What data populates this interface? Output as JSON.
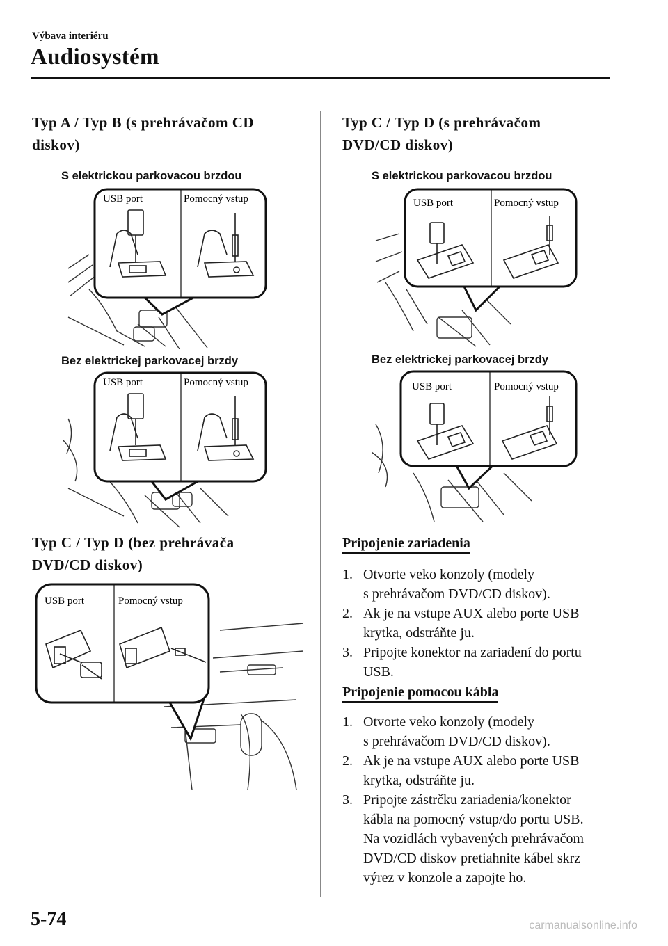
{
  "header": {
    "section": "Výbava interiéru",
    "chapter": "Audiosystém"
  },
  "left": {
    "heading1_line1": "Typ A / Typ B (s prehrávačom CD",
    "heading1_line2": "diskov)",
    "fig1_caption": "S elektrickou parkovacou brzdou",
    "fig2_caption": "Bez elektrickej parkovacej brzdy",
    "heading2_line1": "Typ C / Typ D (bez prehrávača",
    "heading2_line2": "DVD/CD diskov)"
  },
  "right": {
    "heading1_line1": "Typ C / Typ D (s prehrávačom",
    "heading1_line2": "DVD/CD diskov)",
    "fig1_caption": "S elektrickou parkovacou brzdou",
    "fig2_caption": "Bez elektrickej parkovacej brzdy",
    "section1": {
      "title": "Pripojenie zariadenia",
      "steps": [
        {
          "num": "1.",
          "line1": "Otvorte veko konzoly (modely",
          "line2": "s prehrávačom DVD/CD diskov)."
        },
        {
          "num": "2.",
          "line1": "Ak je na vstupe AUX alebo porte USB",
          "line2": "krytka, odstráňte ju."
        },
        {
          "num": "3.",
          "line1": "Pripojte konektor na zariadení do portu",
          "line2": "USB."
        }
      ]
    },
    "section2": {
      "title": "Pripojenie pomocou kábla",
      "steps": [
        {
          "num": "1.",
          "line1": "Otvorte veko konzoly (modely",
          "line2": "s prehrávačom DVD/CD diskov)."
        },
        {
          "num": "2.",
          "line1": "Ak je na vstupe AUX alebo porte USB",
          "line2": "krytka, odstráňte ju."
        }
      ],
      "step3": {
        "num": "3.",
        "lines": [
          "Pripojte zástrčku zariadenia/konektor",
          "kábla na pomocný vstup/do portu USB.",
          "Na vozidlách vybavených prehrávačom",
          "DVD/CD diskov pretiahnite kábel skrz",
          "výrez v konzole a zapojte ho."
        ]
      }
    }
  },
  "labels": {
    "usb": "USB port",
    "aux": "Pomocný vstup"
  },
  "footer": {
    "page": "5-74",
    "watermark": "carmanualsonline.info"
  }
}
